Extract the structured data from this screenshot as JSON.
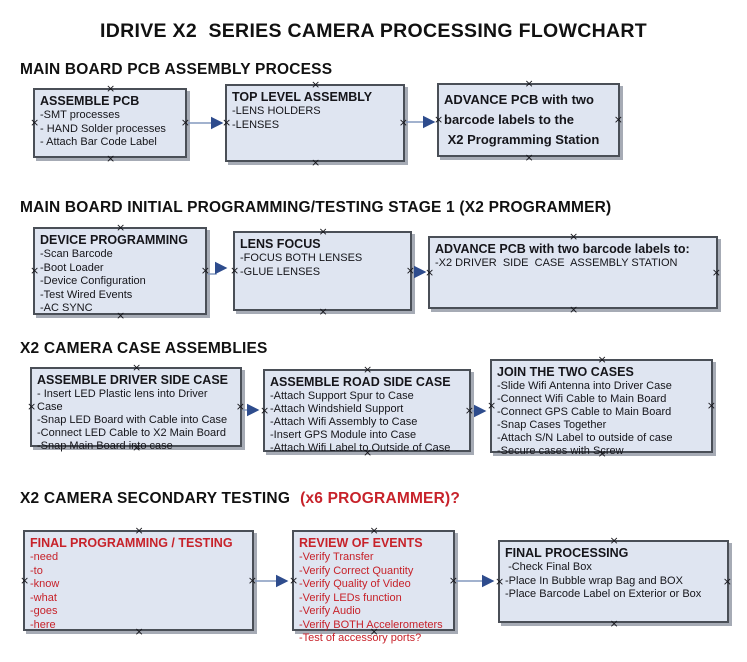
{
  "title": "IDRIVE X2  SERIES CAMERA PROCESSING FLOWCHART",
  "glyphs": {
    "handle": "×"
  },
  "colors": {
    "box_fill": "#dfe5f1",
    "box_border": "#4a4f57",
    "arrow_line": "#8498bd",
    "arrow_head": "#2e4c8d",
    "red_text": "#c7222a"
  },
  "sections": [
    {
      "heading": "MAIN BOARD PCB ASSEMBLY PROCESS",
      "boxes": [
        {
          "title": "ASSEMBLE PCB",
          "lines": [
            "-SMT processes",
            "- HAND Solder processes",
            "- Attach Bar Code Label"
          ]
        },
        {
          "title": "TOP LEVEL ASSEMBLY",
          "lines": [
            "-LENS HOLDERS",
            "-LENSES"
          ]
        },
        {
          "title": [
            "ADVANCE PCB with two",
            "barcode labels to the",
            " X2 Programming Station"
          ],
          "lines": []
        }
      ]
    },
    {
      "heading": "MAIN BOARD INITIAL PROGRAMMING/TESTING STAGE 1 (X2 PROGRAMMER)",
      "boxes": [
        {
          "title": "DEVICE PROGRAMMING",
          "lines": [
            "-Scan Barcode",
            "-Boot Loader",
            "-Device Configuration",
            "-Test Wired Events",
            "-AC SYNC"
          ]
        },
        {
          "title": "LENS FOCUS",
          "lines": [
            "-FOCUS BOTH LENSES",
            "-GLUE LENSES"
          ]
        },
        {
          "title": "ADVANCE PCB with two barcode labels to:",
          "lines": [
            "-X2 DRIVER  SIDE  CASE  ASSEMBLY STATION"
          ]
        }
      ]
    },
    {
      "heading": "X2 CAMERA CASE ASSEMBLIES",
      "boxes": [
        {
          "title": "ASSEMBLE DRIVER SIDE CASE",
          "lines": [
            "- Insert LED Plastic lens into Driver Case",
            "-Snap LED Board with Cable into Case",
            "-Connect LED Cable to X2 Main Board",
            "-Snap Main Board into case"
          ]
        },
        {
          "title": "ASSEMBLE ROAD SIDE CASE",
          "lines": [
            "-Attach Support Spur to Case",
            "-Attach Windshield Support",
            "-Attach Wifi Assembly to Case",
            "-Insert GPS Module into Case",
            "-Attach Wifi Label to Outside of Case"
          ]
        },
        {
          "title": "JOIN THE TWO CASES",
          "lines": [
            "-Slide Wifi Antenna into Driver Case",
            "-Connect Wifi Cable to Main Board",
            "-Connect GPS Cable to Main Board",
            "-Snap Cases Together",
            "-Attach S/N Label to outside of case",
            "-Secure cases with Screw"
          ]
        }
      ]
    },
    {
      "heading": "X2 CAMERA SECONDARY TESTING",
      "heading_red": "(x6 PROGRAMMER)?",
      "boxes": [
        {
          "title": "FINAL PROGRAMMING / TESTING",
          "lines": [
            "-need",
            "-to",
            "-know",
            "-what",
            "-goes",
            "-here"
          ]
        },
        {
          "title": "REVIEW OF EVENTS",
          "lines": [
            "-Verify Transfer",
            "-Verify Correct Quantity",
            "-Verify Quality of Video",
            "-Verify LEDs function",
            "-Verify Audio",
            "-Verify BOTH Accelerometers",
            "-Test of accessory ports?"
          ]
        },
        {
          "title": "FINAL PROCESSING",
          "lines": [
            " -Check Final Box",
            "-Place In Bubble wrap Bag and BOX",
            "-Place Barcode Label on Exterior or Box"
          ]
        }
      ]
    }
  ]
}
